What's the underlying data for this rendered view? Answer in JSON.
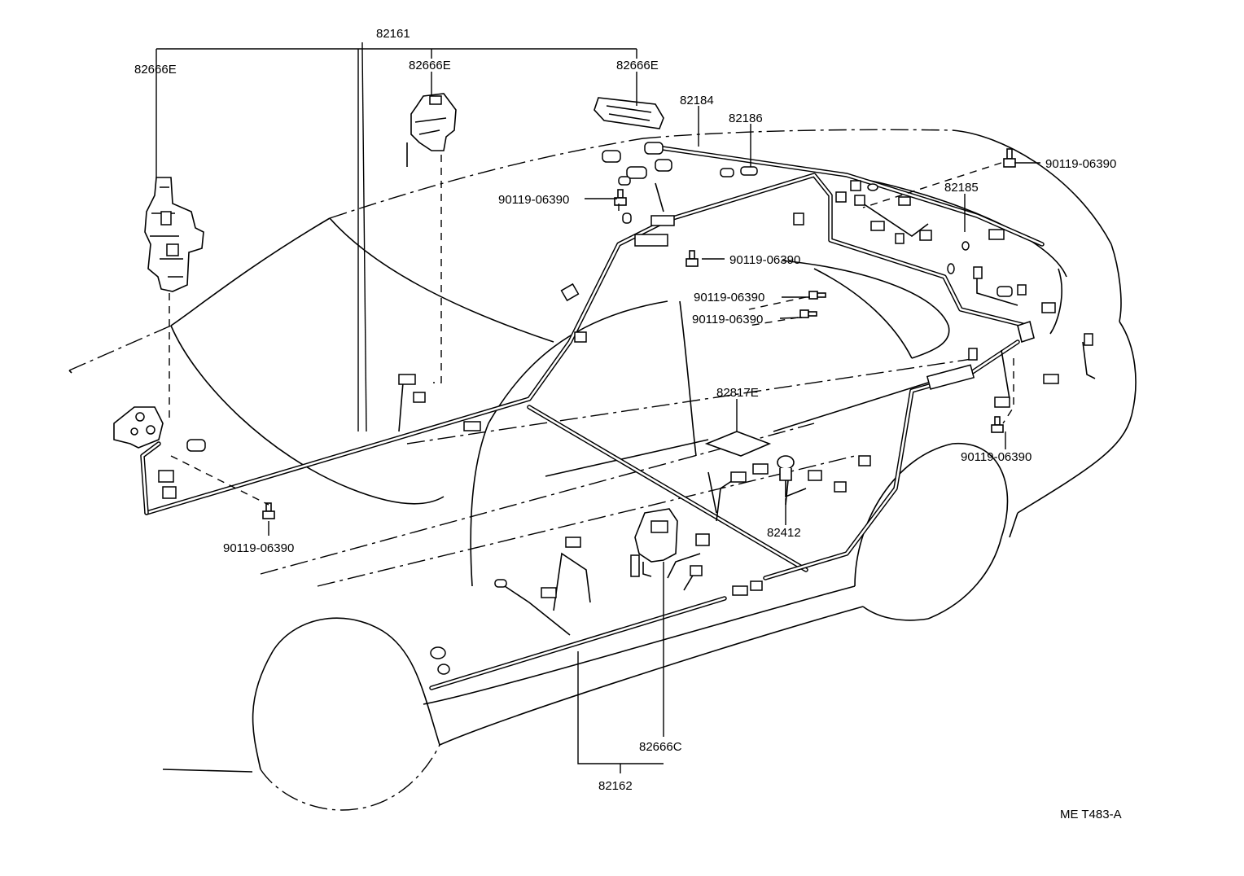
{
  "labels": {
    "l82161": "82161",
    "l82666e_left": "82666E",
    "l82666e_mid": "82666E",
    "l82666e_right": "82666E",
    "l82184": "82184",
    "l82186": "82186",
    "l82185": "82185",
    "l82817e": "82817E",
    "l82412": "82412",
    "l82666c": "82666C",
    "l82162": "82162",
    "bolt_top_right": "90119-06390",
    "bolt_roof": "90119-06390",
    "bolt_center_1": "90119-06390",
    "bolt_center_2": "90119-06390",
    "bolt_center_3": "90119-06390",
    "bolt_front_left": "90119-06390",
    "bolt_rear_right": "90119-06390",
    "figure_code": "ME T483-A"
  }
}
